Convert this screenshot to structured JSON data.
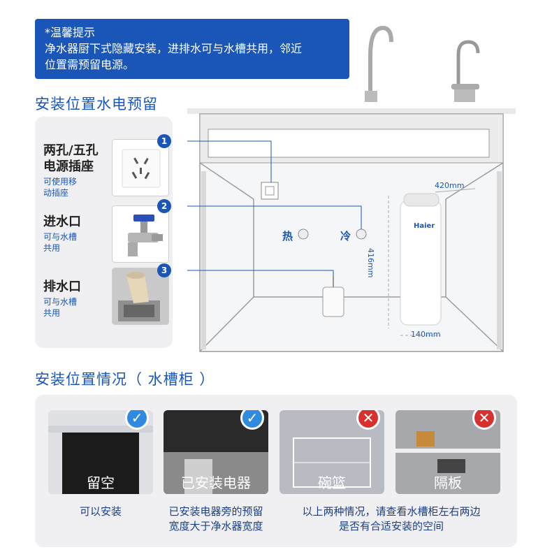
{
  "notice": {
    "title": "*温馨提示",
    "line1": "净水器厨下式隐藏安装，进排水可与水槽共用，邻近",
    "line2": "位置需预留电源。"
  },
  "section1": {
    "title": "安装位置水电预留",
    "items": [
      {
        "num": "1",
        "title1": "两孔/五孔",
        "title2": "电源插座",
        "sub1": "可使用移",
        "sub2": "动插座"
      },
      {
        "num": "2",
        "title1": "进水口",
        "sub1": "可与水槽",
        "sub2": "共用"
      },
      {
        "num": "3",
        "title1": "排水口",
        "sub1": "可与水槽",
        "sub2": "共用"
      }
    ],
    "hot_label": "热",
    "cold_label": "冷",
    "brand": "Haier",
    "dim_depth": "420mm",
    "dim_height": "416mm",
    "dim_width": "140mm"
  },
  "section2": {
    "title": "安装位置情况（ 水槽柜 ）",
    "cases": [
      {
        "tag": "留空",
        "status": "check",
        "icon": "check-icon"
      },
      {
        "tag": "已安装电器",
        "status": "check",
        "icon": "check-icon"
      },
      {
        "tag": "碗篮",
        "status": "cross",
        "icon": "cross-icon"
      },
      {
        "tag": "隔板",
        "status": "cross",
        "icon": "cross-icon"
      }
    ],
    "caption1": "可以安装",
    "caption2_l1": "已安装电器旁的预留",
    "caption2_l2": "宽度大于净水器宽度",
    "caption3_l1": "以上两种情况，请查看水槽柜左右两边",
    "caption3_l2": "是否有合适安装的空间"
  },
  "colors": {
    "accent": "#1a56b8",
    "check": "#2f8ae0",
    "cross": "#d6312f"
  }
}
